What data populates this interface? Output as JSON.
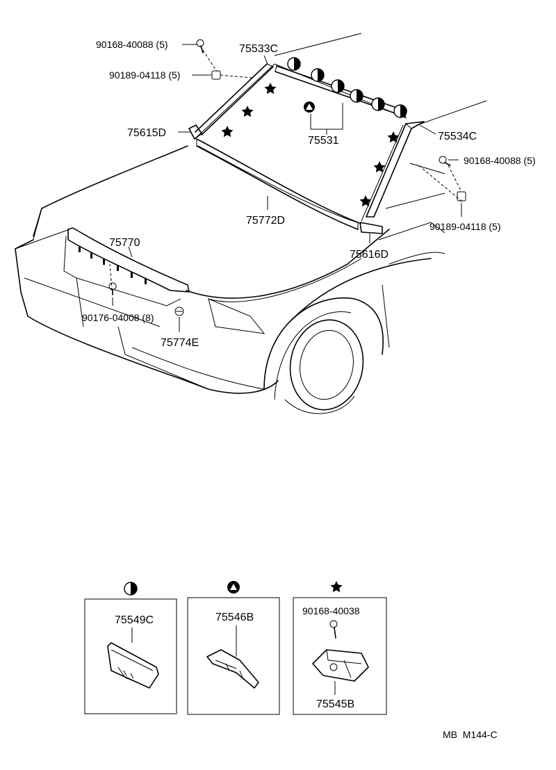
{
  "labels": {
    "p_90168_40088_left": "90168-40088 (5)",
    "p_75533C": "75533C",
    "p_90189_04118_left": "90189-04118 (5)",
    "p_75615D": "75615D",
    "p_75531": "75531",
    "p_75534C": "75534C",
    "p_90168_40088_right": "90168-40088 (5)",
    "p_90189_04118_right": "90189-04118 (5)",
    "p_75772D": "75772D",
    "p_75770": "75770",
    "p_75616D": "75616D",
    "p_90176_04008": "90176-04008 (8)",
    "p_75774E": "75774E"
  },
  "detail_boxes": [
    {
      "symbol": "half-circle",
      "part": "75549C"
    },
    {
      "symbol": "triangle-circle",
      "part": "75546B"
    },
    {
      "symbol": "star",
      "screw": "90168-40038",
      "part": "75545B"
    }
  ],
  "footer": {
    "code": "MB  M144-C"
  }
}
